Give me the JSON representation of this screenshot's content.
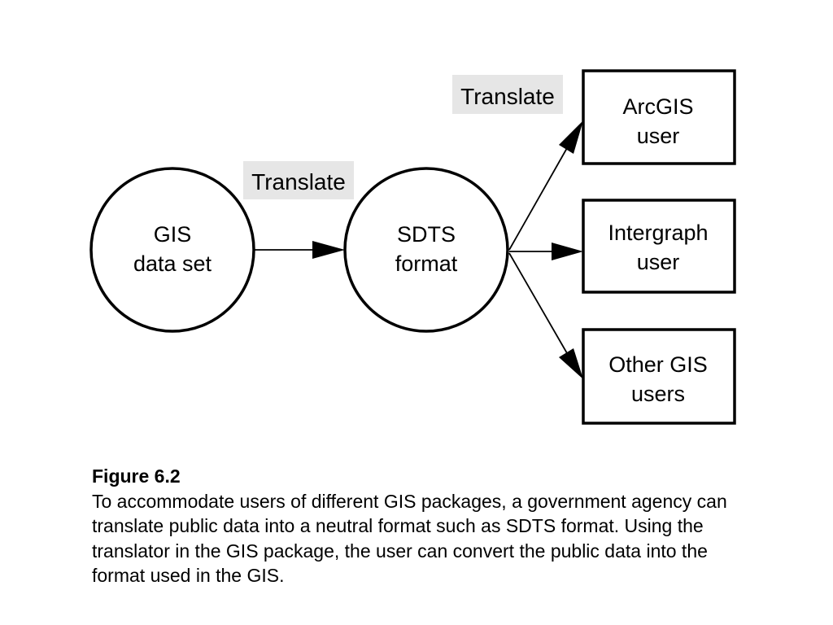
{
  "diagram": {
    "source_node": {
      "line1": "GIS",
      "line2": "data set"
    },
    "neutral_node": {
      "line1": "SDTS",
      "line2": "format"
    },
    "translate_label_1": "Translate",
    "translate_label_2": "Translate",
    "targets": [
      {
        "line1": "ArcGIS",
        "line2": "user"
      },
      {
        "line1": "Intergraph",
        "line2": "user"
      },
      {
        "line1": "Other GIS",
        "line2": "users"
      }
    ],
    "label_bg_color": "#e6e6e6"
  },
  "caption": {
    "title": "Figure 6.2",
    "body": "To accommodate users of different GIS packages, a government agency can translate public data into a neutral format such as SDTS format. Using the translator in the GIS package, the user can convert the public data into the format used in the GIS."
  }
}
